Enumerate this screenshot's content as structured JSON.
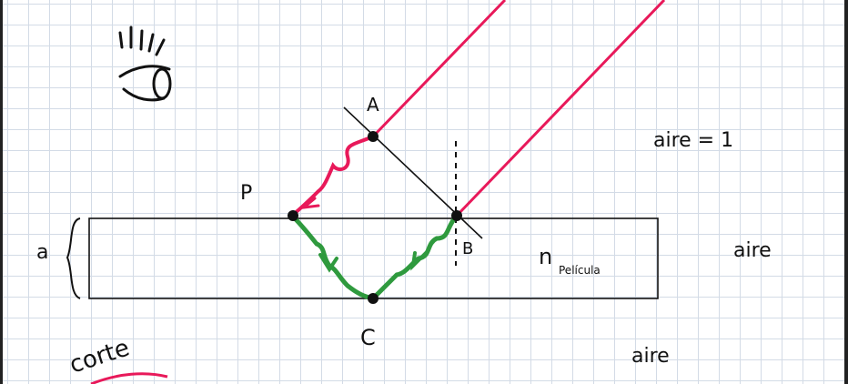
{
  "labels": {
    "A": "A",
    "B": "B",
    "C": "C",
    "P": "P",
    "a": "a",
    "n": "n",
    "n_sub": "Película",
    "air_top": "aire = 1",
    "air_right": "aire",
    "air_bottom": "aire",
    "cut": "corte"
  },
  "colors": {
    "incident_ray": "#e8195a",
    "refracted_ray": "#2f9a3e",
    "outline": "#111111"
  },
  "icons": {
    "eye": "eye-icon"
  }
}
